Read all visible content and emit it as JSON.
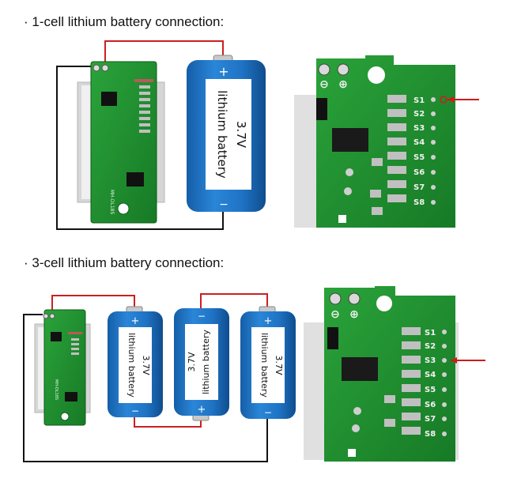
{
  "headings": {
    "one_cell": "· 1-cell lithium battery connection:",
    "three_cell": "· 3-cell lithium battery connection:"
  },
  "battery": {
    "voltage": "3.7V",
    "chemistry": "lithium battery",
    "plus": "+",
    "minus": "−"
  },
  "board": {
    "model": "MH-DL18S",
    "terminal_minus": "⊖",
    "terminal_plus": "⊕",
    "pads": [
      "S1",
      "S2",
      "S3",
      "S4",
      "S5",
      "S6",
      "S7",
      "S8"
    ]
  },
  "colors": {
    "pcb": "#1f8f2f",
    "battery": "#1f73c4",
    "red_wire": "#cc2020",
    "black_wire": "#111111",
    "arrow": "#d11a1a"
  }
}
